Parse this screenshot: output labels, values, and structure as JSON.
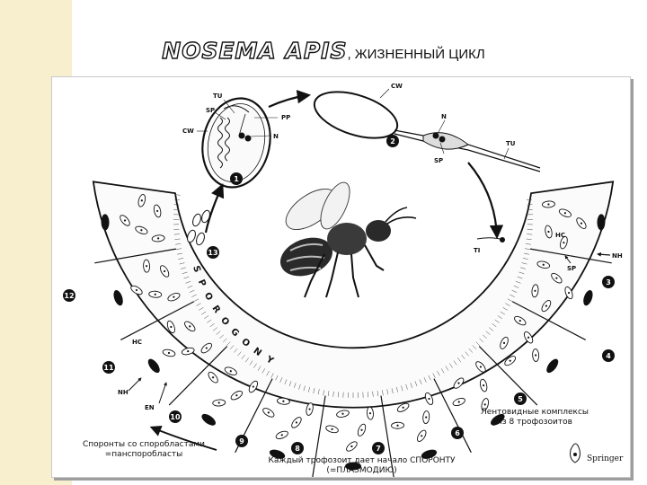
{
  "title": {
    "main": "NOSEMA APIS",
    "sub": ", ЖИЗНЕННЫЙ ЦИКЛ"
  },
  "figure": {
    "labels": {
      "tu": "TU",
      "sp": "SP",
      "cw": "CW",
      "pp": "PP",
      "n": "N",
      "cw2": "CW",
      "n2": "N",
      "sp2": "SP",
      "tu2": "TU",
      "ti": "TI",
      "hc": "HC",
      "sp3": "SP",
      "nh": "NH",
      "hc2": "HC",
      "nh2": "NH",
      "en": "EN"
    },
    "stage_numbers": [
      "1",
      "2",
      "3",
      "4",
      "5",
      "6",
      "7",
      "8",
      "9",
      "10",
      "11",
      "12",
      "13"
    ],
    "sporogony_letters": [
      "S",
      "P",
      "O",
      "R",
      "O",
      "G",
      "O",
      "N",
      "Y"
    ],
    "publisher": "Springer"
  },
  "captions": {
    "ribbon_complexes": "Лентовидные комплексы из 8 трофозоитов",
    "sporonts": "Споронты со споробластами =панспоробласты",
    "trophozoite": "Каждый трофозоит дает начало СПОРОНТУ (=ПЛАЗМОДИЮ)"
  }
}
